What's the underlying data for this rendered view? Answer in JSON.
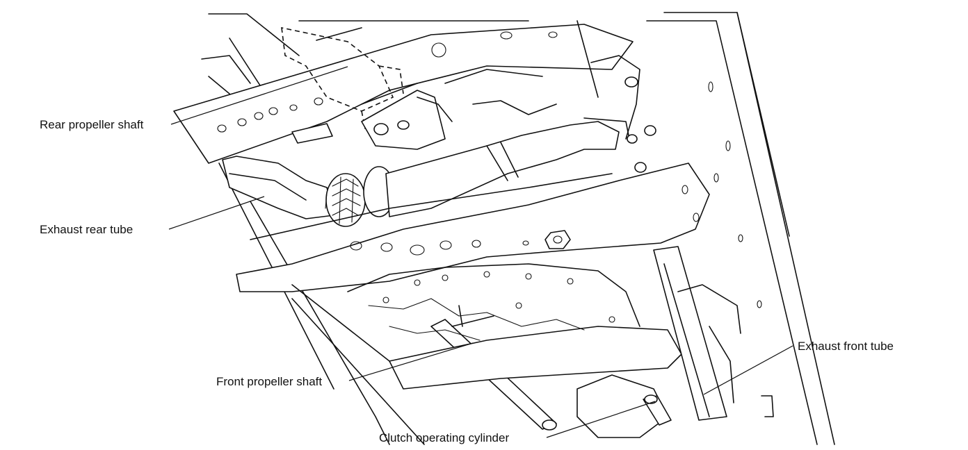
{
  "diagram": {
    "labels": {
      "rear_propeller_shaft": "Rear propeller shaft",
      "exhaust_rear_tube": "Exhaust rear tube",
      "front_propeller_shaft": "Front propeller shaft",
      "clutch_operating_cylinder": "Clutch operating cylinder",
      "exhaust_front_tube": "Exhaust front tube"
    },
    "colors": {
      "line": "#111111",
      "background": "#ffffff"
    }
  }
}
